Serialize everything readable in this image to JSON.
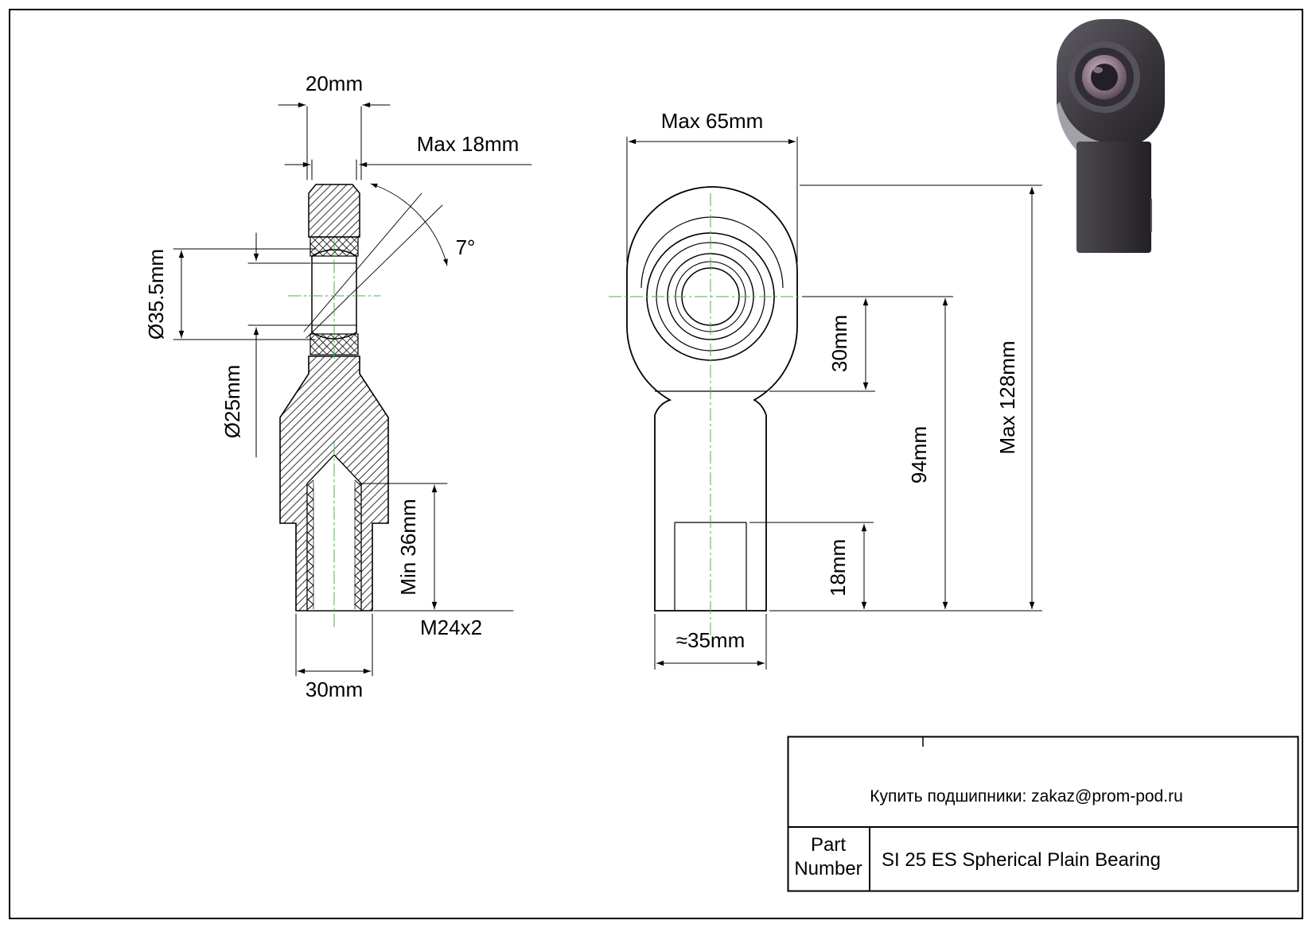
{
  "side_view": {
    "width_top": "20mm",
    "ball_width": "Max 18mm",
    "tilt_angle": "7°",
    "sphere_diameter": "Ø35.5mm",
    "bore_diameter": "Ø25mm",
    "thread_depth": "Min 36mm",
    "thread_spec": "M24x2",
    "shank_width": "30mm"
  },
  "front_view": {
    "head_width": "Max 65mm",
    "center_to_shoulder": "30mm",
    "center_to_end": "94mm",
    "overall_length": "Max 128mm",
    "flat_depth": "18mm",
    "shank_width": "≈35mm"
  },
  "title_block": {
    "contact": "Купить подшипники: zakaz@prom-pod.ru",
    "part_label_line1": "Part",
    "part_label_line2": "Number",
    "part_number": "SI 25 ES Spherical Plain Bearing"
  },
  "colors": {
    "line": "#000000",
    "centerline": "#4caf50",
    "background": "#ffffff"
  }
}
